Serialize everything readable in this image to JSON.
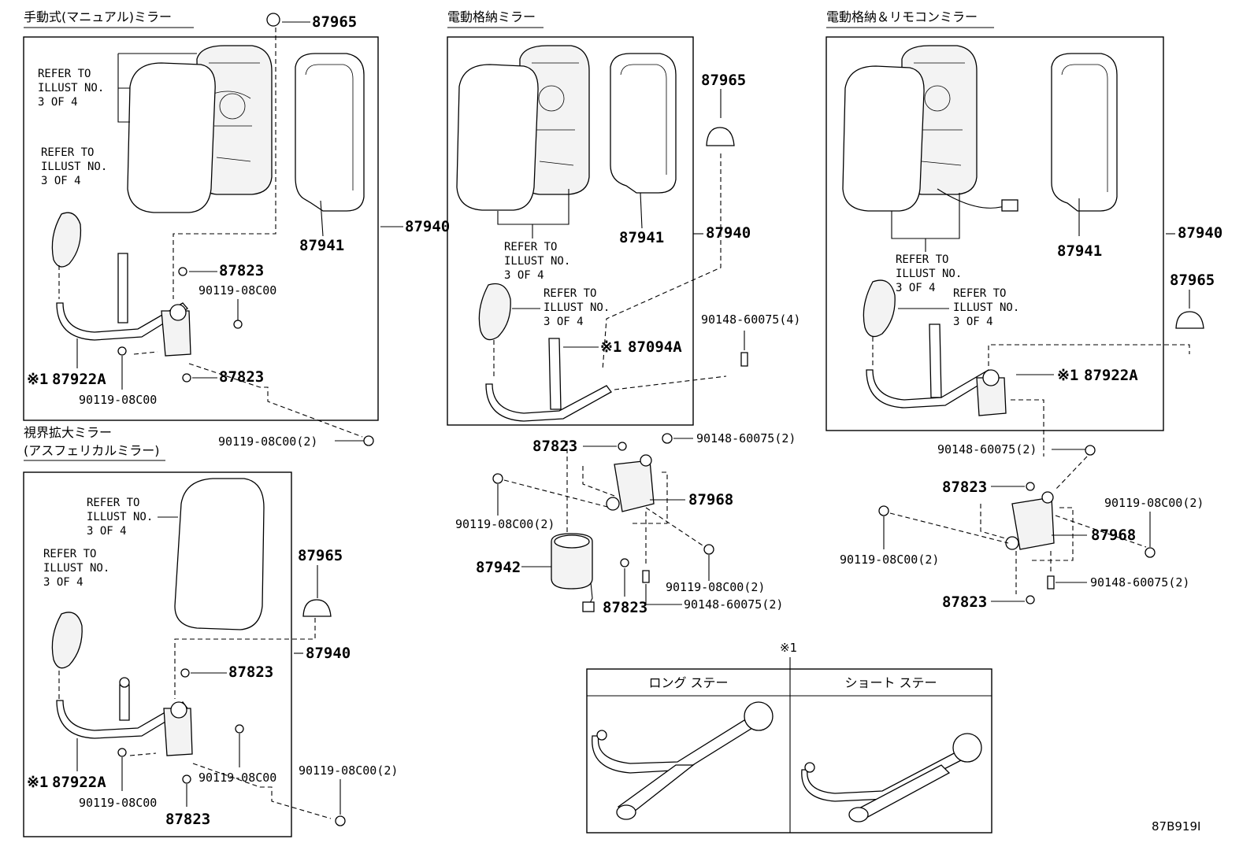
{
  "sections": {
    "manual": {
      "title": "手動式(マニュアル)ミラー"
    },
    "power_fold": {
      "title": "電動格納ミラー"
    },
    "power_fold_remote": {
      "title": "電動格納＆リモコンミラー"
    },
    "wide_view": {
      "title_line1": "視界拡大ミラー",
      "title_line2": "(アスフェリカルミラー)"
    }
  },
  "refer": {
    "line1": "REFER TO",
    "line2": "ILLUST NO.",
    "line3": "3 OF 4"
  },
  "parts": {
    "p87965": "87965",
    "p87940": "87940",
    "p87941": "87941",
    "p87823": "87823",
    "p87922A": "87922A",
    "p87094A": "87094A",
    "p87968": "87968",
    "p87942": "87942",
    "b90119": "90119-08C00",
    "b90119x2": "90119-08C00(2)",
    "b90148x2": "90148-60075(2)",
    "b90148x4": "90148-60075(4)"
  },
  "note_mark": "※1",
  "stay_table": {
    "mark": "※1",
    "col_long": "ロング ステー",
    "col_short": "ショート ステー"
  },
  "figure_code": "87B919I"
}
